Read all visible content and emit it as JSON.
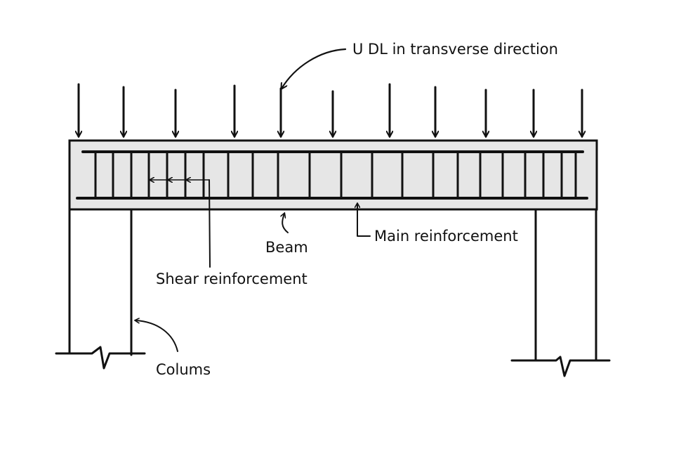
{
  "labels": {
    "udl": "U DL in transverse direction",
    "main_reinforcement": "Main reinforcement",
    "beam": "Beam",
    "shear_reinforcement": "Shear reinforcement",
    "columns": "Colums"
  },
  "colors": {
    "ink": "#111111",
    "beam_fill": "#e6e6e6",
    "background": "#ffffff"
  }
}
